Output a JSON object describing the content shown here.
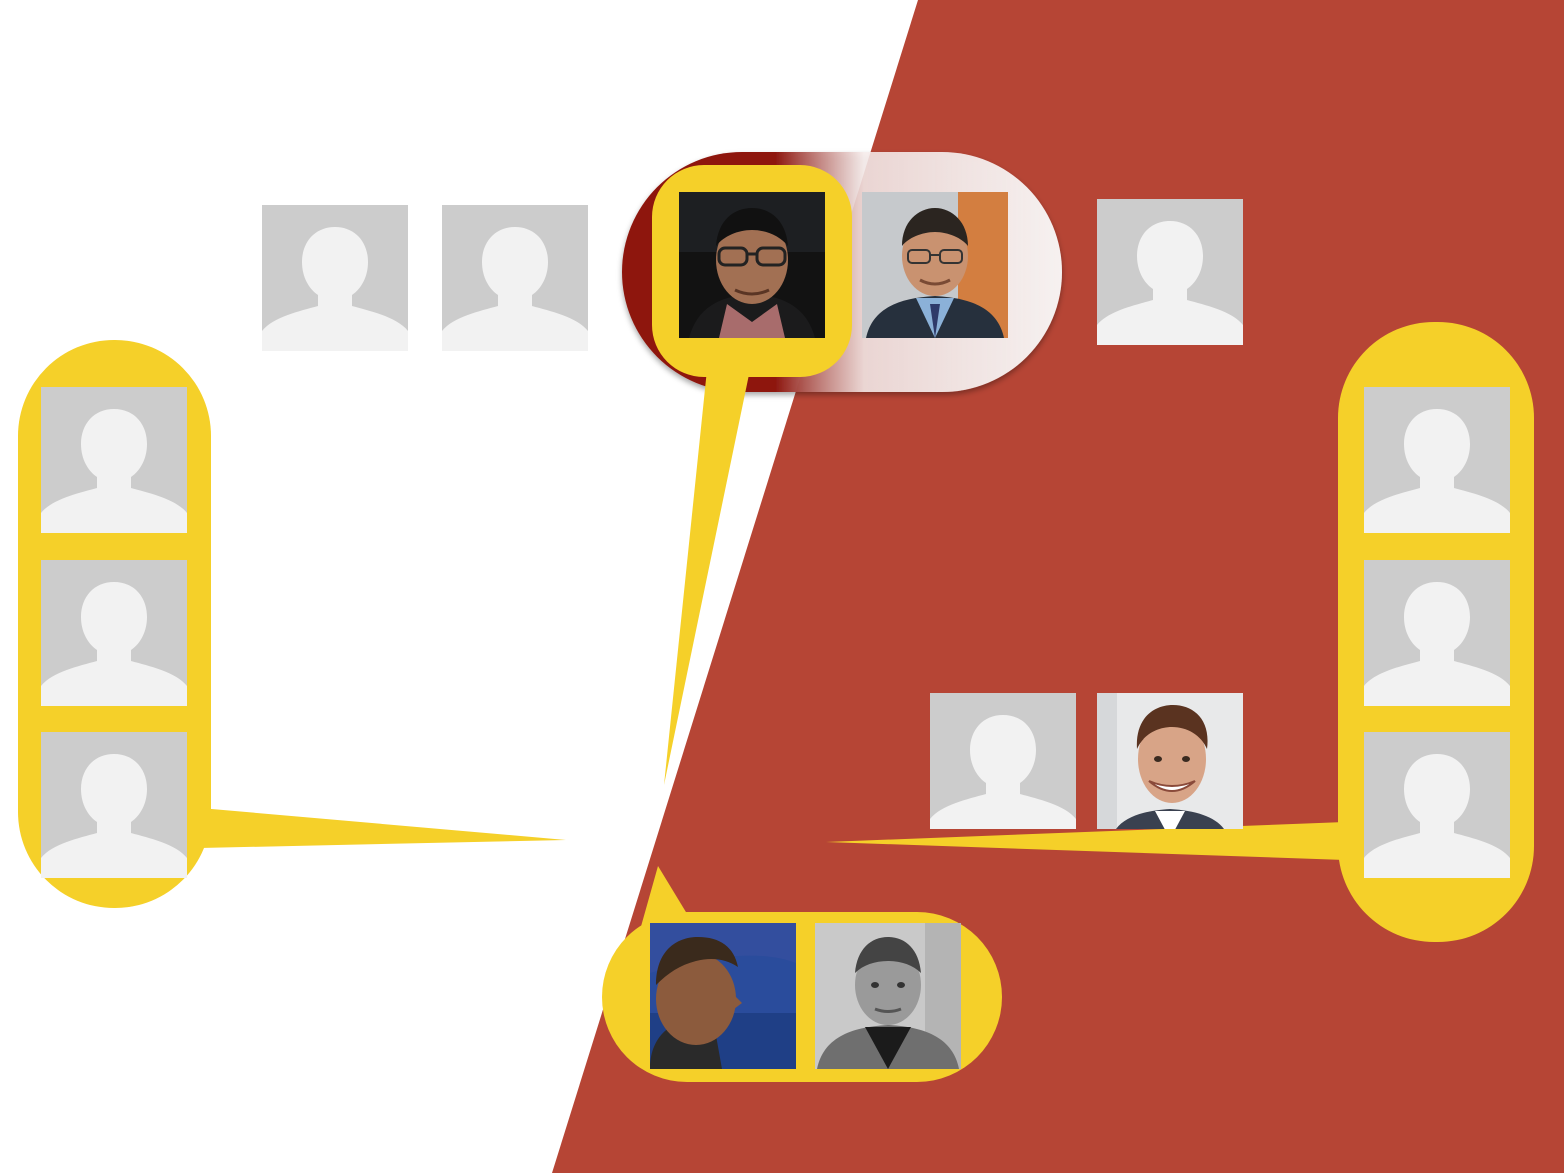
{
  "colors": {
    "background_left": "#ffffff",
    "background_right": "#b64535",
    "highlight_yellow": "#f5d029",
    "dark_red": "#8e1810",
    "placeholder_gray": "#cccccc",
    "placeholder_figure": "#f2f2f2"
  },
  "people": [
    {
      "id": "placeholder-top-1",
      "kind": "placeholder",
      "icon": "default-user-icon"
    },
    {
      "id": "placeholder-top-2",
      "kind": "placeholder",
      "icon": "default-user-icon"
    },
    {
      "id": "photo-man-glasses-dark",
      "kind": "photo",
      "icon": "user-photo"
    },
    {
      "id": "photo-man-suit",
      "kind": "photo",
      "icon": "user-photo"
    },
    {
      "id": "placeholder-top-right",
      "kind": "placeholder",
      "icon": "default-user-icon"
    },
    {
      "id": "placeholder-left-1",
      "kind": "placeholder",
      "icon": "default-user-icon"
    },
    {
      "id": "placeholder-left-2",
      "kind": "placeholder",
      "icon": "default-user-icon"
    },
    {
      "id": "placeholder-left-3",
      "kind": "placeholder",
      "icon": "default-user-icon"
    },
    {
      "id": "placeholder-right-1",
      "kind": "placeholder",
      "icon": "default-user-icon"
    },
    {
      "id": "placeholder-right-2",
      "kind": "placeholder",
      "icon": "default-user-icon"
    },
    {
      "id": "placeholder-right-3",
      "kind": "placeholder",
      "icon": "default-user-icon"
    },
    {
      "id": "placeholder-mid-right",
      "kind": "placeholder",
      "icon": "default-user-icon"
    },
    {
      "id": "photo-man-smiling",
      "kind": "photo",
      "icon": "user-photo"
    },
    {
      "id": "photo-man-beach",
      "kind": "photo",
      "icon": "user-photo"
    },
    {
      "id": "photo-man-bw",
      "kind": "photo",
      "icon": "user-photo"
    }
  ]
}
